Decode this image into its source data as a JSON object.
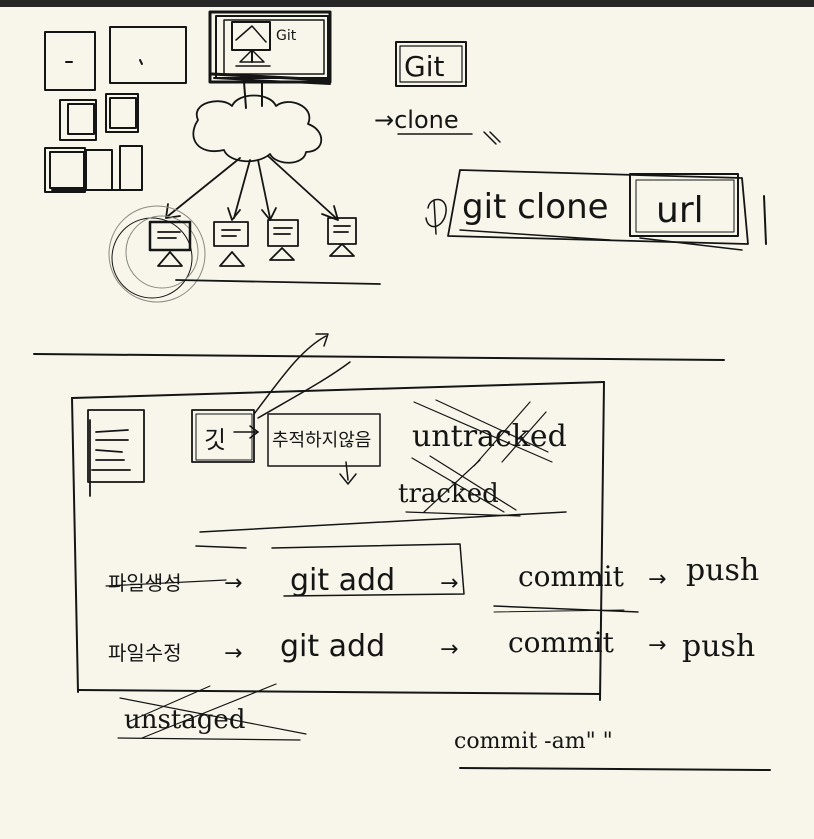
{
  "server_label": "Git",
  "git_box": "Git",
  "clone_label": "→clone",
  "clone_cmd": {
    "git_clone": "git clone",
    "url": "url"
  },
  "lower": {
    "git_box": "깃",
    "untracked_ko": "추적하지않음",
    "untracked_en": "untracked",
    "tracked": "tracked",
    "flow1": {
      "file": "파일생성",
      "add": "git add",
      "commit": "commit",
      "push": "push"
    },
    "flow2": {
      "file": "파일수정",
      "add": "git add",
      "commit": "commit",
      "push": "push"
    },
    "unstaged": "unstaged",
    "commit_am": "commit  -am\"  \""
  }
}
